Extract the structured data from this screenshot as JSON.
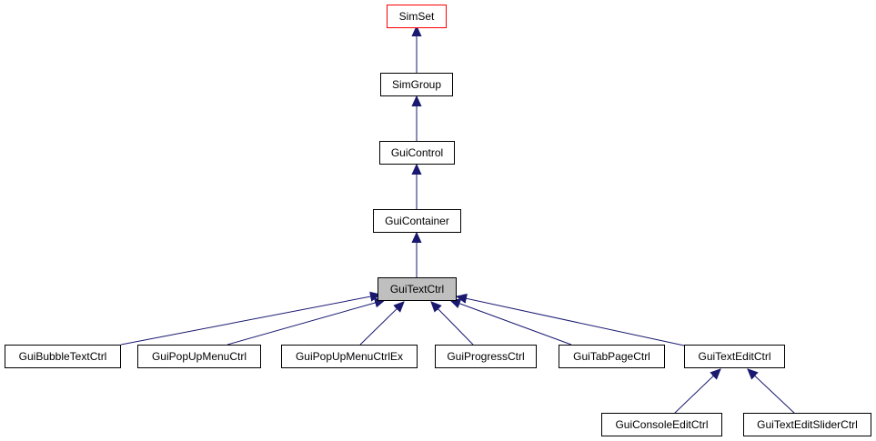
{
  "nodes": {
    "simset": "SimSet",
    "simgroup": "SimGroup",
    "guicontrol": "GuiControl",
    "guicontainer": "GuiContainer",
    "guitextctrl": "GuiTextCtrl",
    "guibubbletextctrl": "GuiBubbleTextCtrl",
    "guipopupmenuctrl": "GuiPopUpMenuCtrl",
    "guipopupmenuctrlex": "GuiPopUpMenuCtrlEx",
    "guiprogressctrl": "GuiProgressCtrl",
    "guitabpagectrl": "GuiTabPageCtrl",
    "guitexteditctrl": "GuiTextEditCtrl",
    "guiconsoleeditctrl": "GuiConsoleEditCtrl",
    "guitexteditsliderctrl": "GuiTextEditSliderCtrl"
  },
  "colors": {
    "edge": "#191970",
    "highlight_border": "#ff0000",
    "current_fill": "#bfbfbf"
  }
}
